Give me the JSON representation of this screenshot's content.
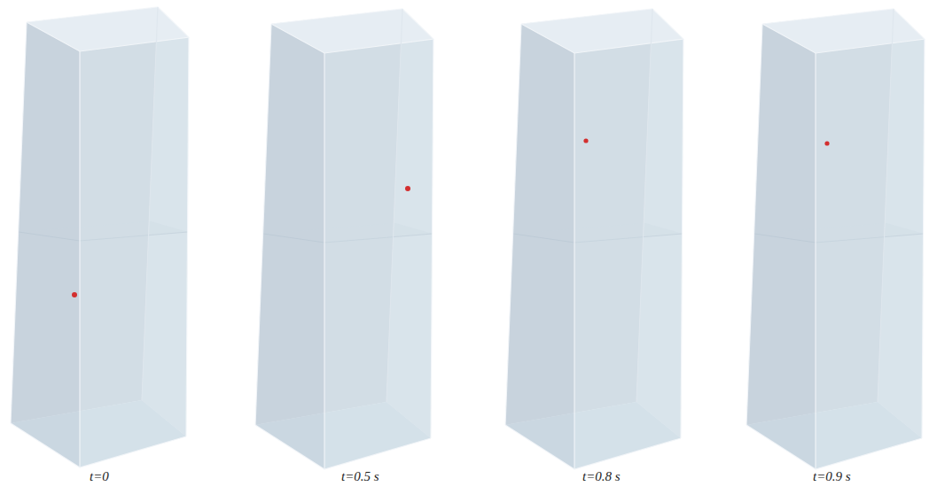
{
  "diagram": {
    "labels": [
      "t=0",
      "t=0.5 s",
      "t=0.8 s",
      "t=0.9 s"
    ]
  }
}
